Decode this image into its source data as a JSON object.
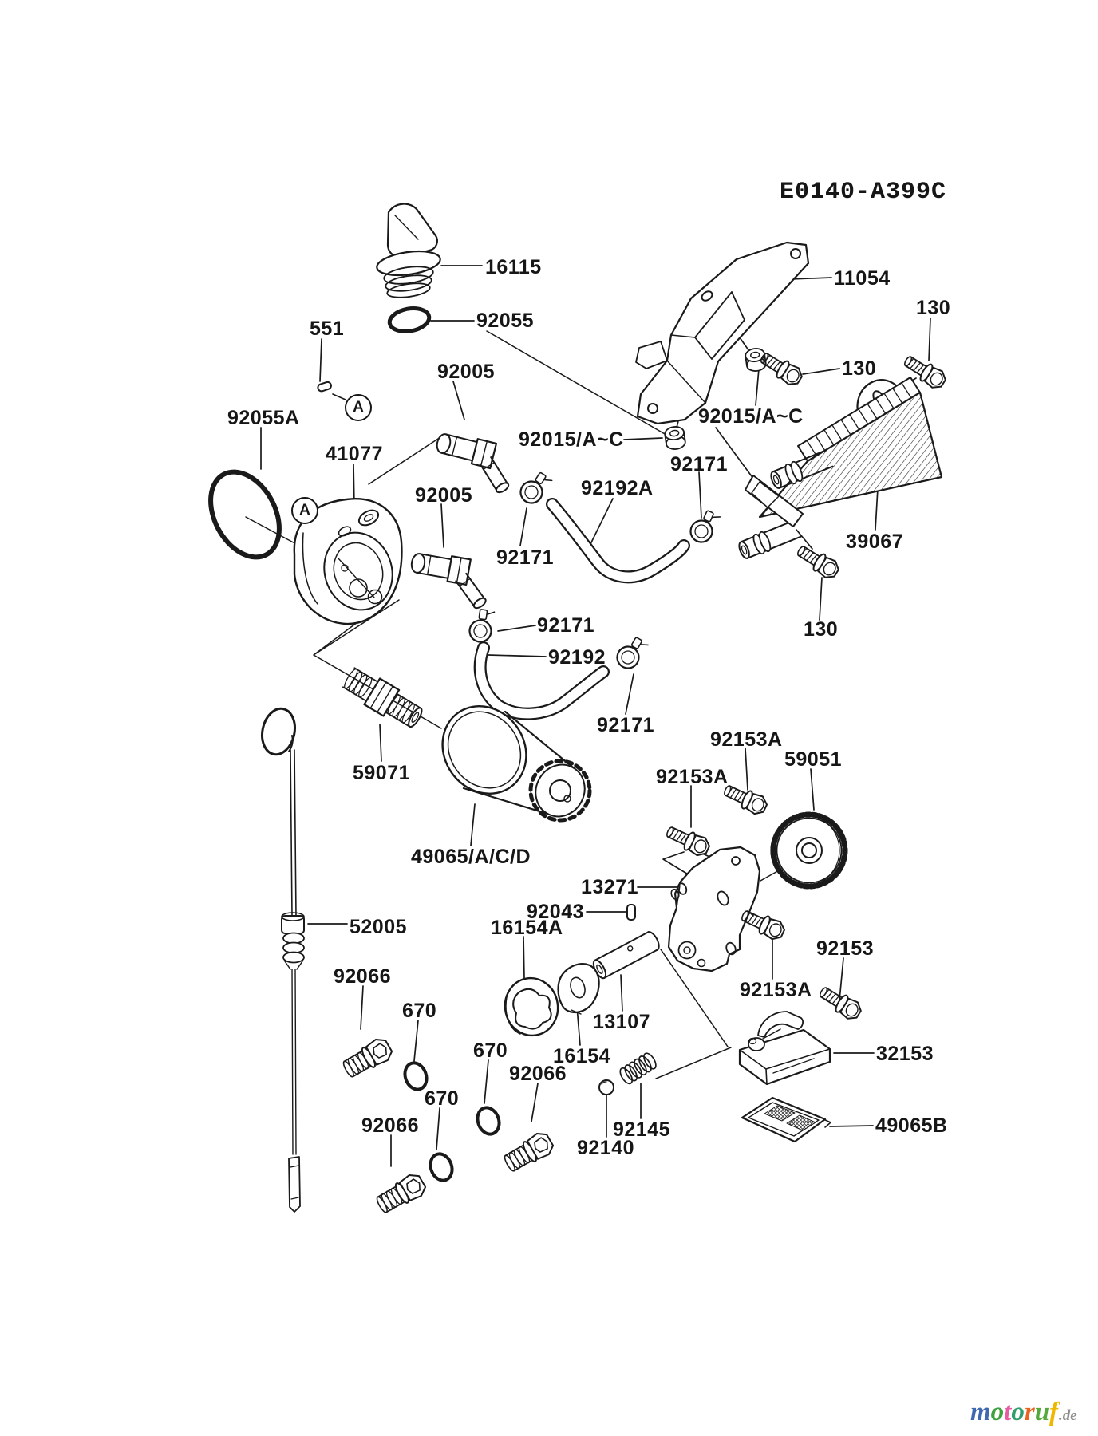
{
  "diagram_code": "E0140-A399C",
  "view_marker": "A",
  "callouts": [
    {
      "text": "16115"
    },
    {
      "text": "92055"
    },
    {
      "text": "551"
    },
    {
      "text": "92005"
    },
    {
      "text": "92055A"
    },
    {
      "text": "41077"
    },
    {
      "text": "92005"
    },
    {
      "text": "92015/A~C"
    },
    {
      "text": "92171"
    },
    {
      "text": "92192A"
    },
    {
      "text": "11054"
    },
    {
      "text": "130"
    },
    {
      "text": "130"
    },
    {
      "text": "92015/A~C"
    },
    {
      "text": "39067"
    },
    {
      "text": "130"
    },
    {
      "text": "92171"
    },
    {
      "text": "92171"
    },
    {
      "text": "92192"
    },
    {
      "text": "92171"
    },
    {
      "text": "59071"
    },
    {
      "text": "49065/A/C/D"
    },
    {
      "text": "92153A"
    },
    {
      "text": "59051"
    },
    {
      "text": "92153A"
    },
    {
      "text": "13271"
    },
    {
      "text": "92043"
    },
    {
      "text": "16154A"
    },
    {
      "text": "52005"
    },
    {
      "text": "92066"
    },
    {
      "text": "670"
    },
    {
      "text": "670"
    },
    {
      "text": "92066"
    },
    {
      "text": "670"
    },
    {
      "text": "92066"
    },
    {
      "text": "13107"
    },
    {
      "text": "16154"
    },
    {
      "text": "92145"
    },
    {
      "text": "92140"
    },
    {
      "text": "92153"
    },
    {
      "text": "92153A"
    },
    {
      "text": "32153"
    },
    {
      "text": "49065B"
    }
  ],
  "watermark": {
    "letters": [
      {
        "ch": "m",
        "color": "#3e68b0"
      },
      {
        "ch": "o",
        "color": "#3da23d"
      },
      {
        "ch": "t",
        "color": "#e65ba2"
      },
      {
        "ch": "o",
        "color": "#2f9e6a"
      },
      {
        "ch": "r",
        "color": "#e8641f"
      },
      {
        "ch": "u",
        "color": "#55a83a"
      },
      {
        "ch": "f",
        "color": "#eeb800"
      }
    ],
    "suffix": ".de",
    "suffix_color": "#8d8d8d"
  },
  "colors": {
    "ink": "#1a1a1a",
    "background": "#ffffff"
  }
}
